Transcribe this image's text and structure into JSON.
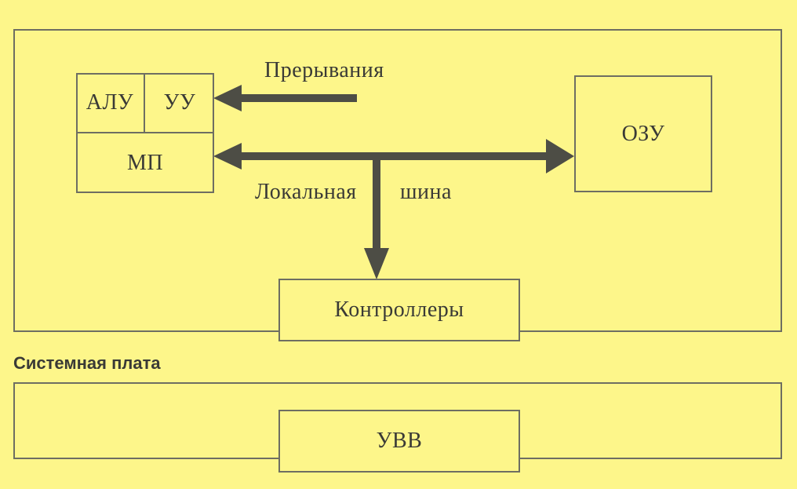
{
  "diagram": {
    "interrupts_label": "Прерывания",
    "alu_label": "АЛУ",
    "cu_label": "УУ",
    "mp_label": "МП",
    "ram_label": "ОЗУ",
    "bus_label_left": "Локальная",
    "bus_label_right": "шина",
    "controllers_label": "Контроллеры",
    "system_board_label": "Системная плата",
    "io_label": "УВВ"
  },
  "colors": {
    "background": "#fdf68a",
    "line": "#6e6e62",
    "arrow": "#4d4d45"
  }
}
